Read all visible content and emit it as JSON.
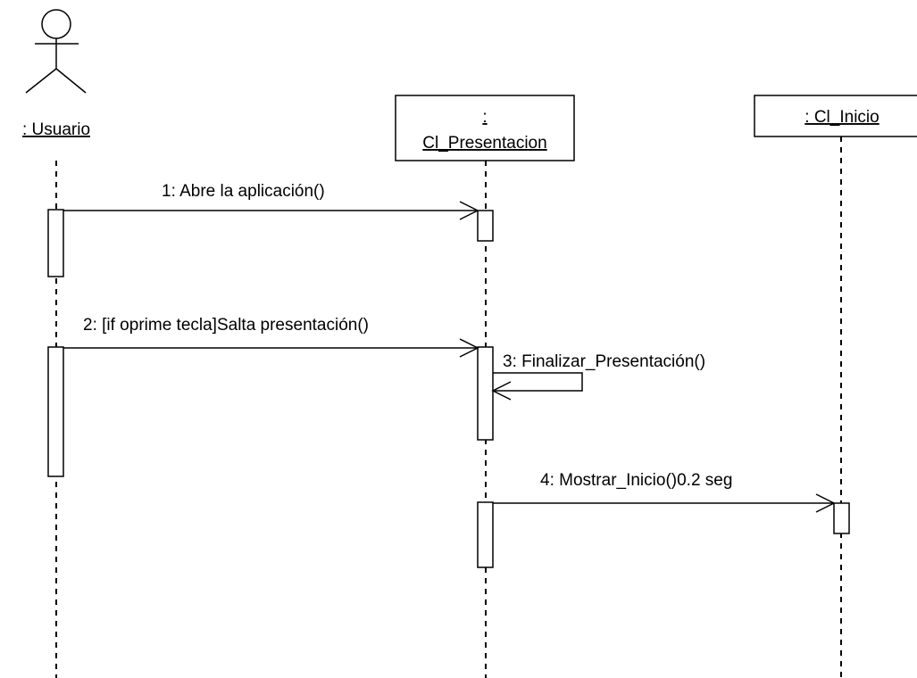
{
  "actor": {
    "name": ": Usuario"
  },
  "objects": [
    {
      "stereotype": ":",
      "name": "Cl_Presentacion"
    },
    {
      "name": ": Cl_Inicio"
    }
  ],
  "messages": [
    {
      "label": "1: Abre la aplicación()"
    },
    {
      "label": "2: [if oprime tecla]Salta presentación()"
    },
    {
      "label": "3: Finalizar_Presentación()"
    },
    {
      "label": "4: Mostrar_Inicio()0.2 seg"
    }
  ]
}
